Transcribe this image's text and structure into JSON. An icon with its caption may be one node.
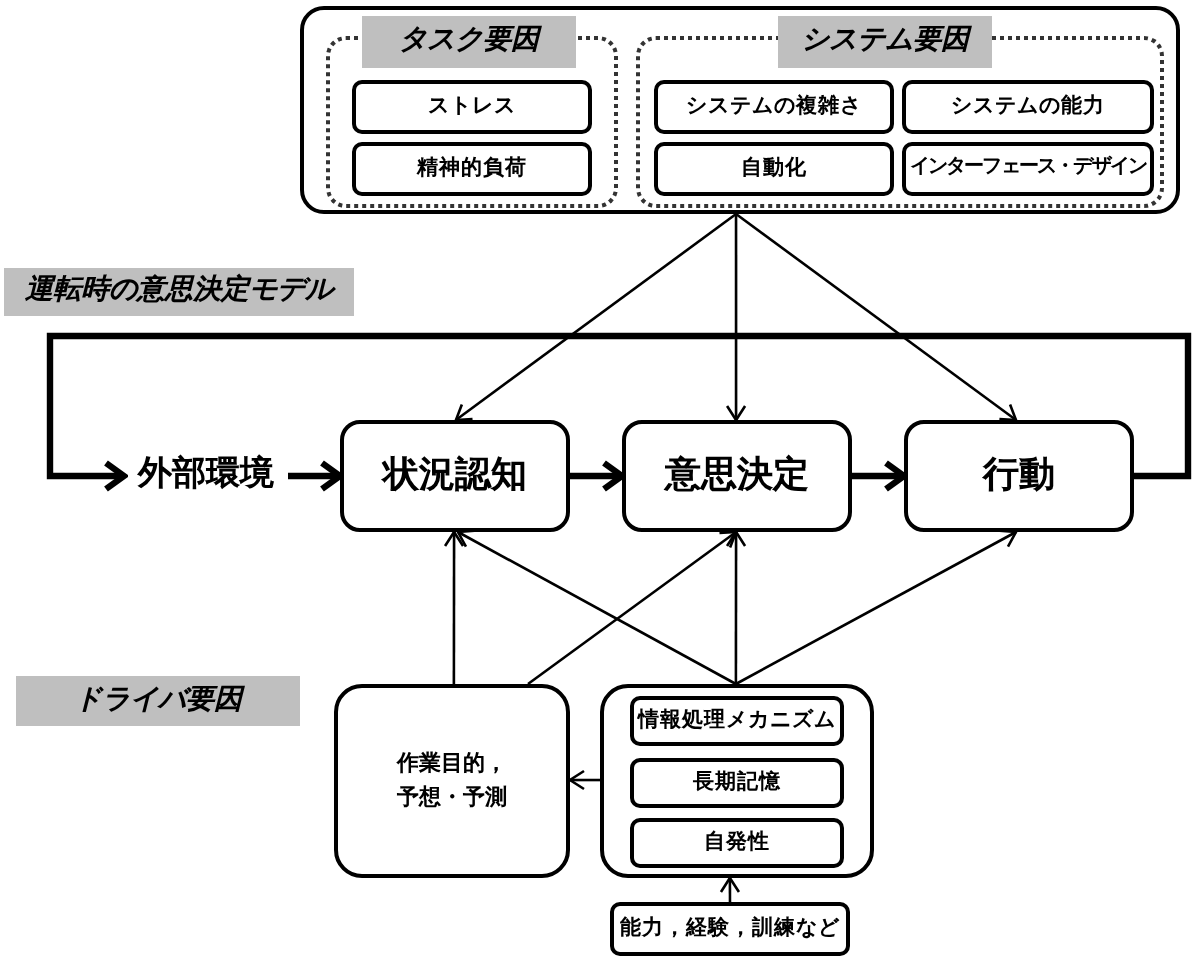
{
  "diagram": {
    "nodes": [
      {
        "text": [],
        "shape": "box"
      },
      {
        "text": [
          "タスク要因"
        ],
        "in": 0
      },
      {
        "text": [
          "ストレス"
        ],
        "in": 1
      },
      {
        "text": [
          "精神的負荷"
        ],
        "in": 1
      },
      {
        "text": [
          "システム要因"
        ],
        "in": 0
      },
      {
        "text": [
          "システムの複雑さ"
        ],
        "in": 4
      },
      {
        "text": [
          "システムの能力"
        ],
        "in": 4
      },
      {
        "text": [
          "自動化"
        ],
        "in": 4
      },
      {
        "text": [
          "インターフェース・デザイン"
        ],
        "in": 4
      },
      {
        "text": [
          "運転時の意思決定モデル"
        ]
      },
      {
        "text": [
          "外部環境"
        ]
      },
      {
        "text": [
          "状況認知"
        ]
      },
      {
        "text": [
          "意思決定"
        ]
      },
      {
        "text": [
          "行動"
        ]
      },
      {
        "text": [
          "ドライバ要因"
        ]
      },
      {
        "text": [
          "作業目的，予想・予測"
        ]
      },
      {
        "text": [],
        "shape": "box"
      },
      {
        "text": [
          "情報処理メカニズム"
        ],
        "in": 16
      },
      {
        "text": [
          "長期記憶"
        ],
        "in": 16
      },
      {
        "text": [
          "自発性"
        ],
        "in": 16
      },
      {
        "text": [
          "能力，経験，訓練など"
        ]
      }
    ],
    "edges": [
      {
        "from": 0,
        "to": 11,
        "arrow": "to"
      },
      {
        "from": 0,
        "to": 12,
        "arrow": "to"
      },
      {
        "from": 0,
        "to": 13,
        "arrow": "to"
      },
      {
        "from": 10,
        "to": 11,
        "arrow": "to",
        "style": "thick"
      },
      {
        "from": 11,
        "to": 12,
        "arrow": "to",
        "style": "thick"
      },
      {
        "from": 12,
        "to": 13,
        "arrow": "to",
        "style": "thick"
      },
      {
        "from": 13,
        "to": 10,
        "arrow": "to",
        "style": "thick"
      },
      {
        "from": 15,
        "to": 11,
        "arrow": "to"
      },
      {
        "from": 15,
        "to": 12,
        "arrow": "to"
      },
      {
        "from": 16,
        "to": 11,
        "arrow": "to"
      },
      {
        "from": 16,
        "to": 12,
        "arrow": "to"
      },
      {
        "from": 16,
        "to": 13,
        "arrow": "to"
      },
      {
        "from": 16,
        "to": 15,
        "arrow": "to"
      },
      {
        "from": 20,
        "to": 16,
        "arrow": "to"
      }
    ]
  }
}
